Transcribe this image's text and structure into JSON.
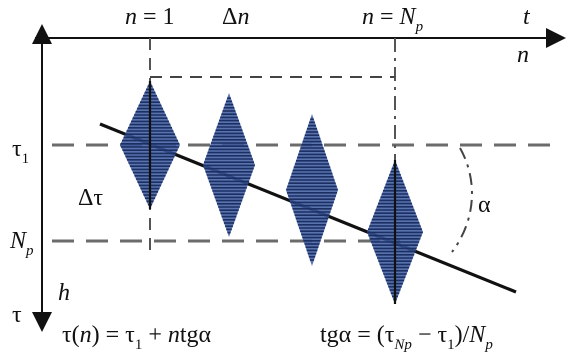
{
  "labels": {
    "n_eq_1": "n = 1",
    "delta_n": "Δn",
    "n_eq": "n = N",
    "n_eq_sub": "p",
    "t_axis": "t",
    "n_axis": "n",
    "tau1": "τ",
    "tau1_sub": "1",
    "delta_tau": "Δτ",
    "np": "N",
    "np_sub": "p",
    "h": "h",
    "tau_axis": "τ",
    "alpha": "α"
  },
  "formulas": {
    "tau_n_left": "τ(n) = τ",
    "tau_n_sub": "1",
    "tau_n_right": " + ntgα",
    "tg_left": "tgα = (τ",
    "tg_sub1": "Np",
    "tg_mid": " − τ",
    "tg_sub2": "1",
    "tg_right": ")/N",
    "tg_sub3": "p"
  },
  "colors": {
    "pulse_fill": "#3b5aa0",
    "pulse_stroke": "#1c2f63",
    "dash": "#6b6b6b",
    "axis": "#111111"
  }
}
